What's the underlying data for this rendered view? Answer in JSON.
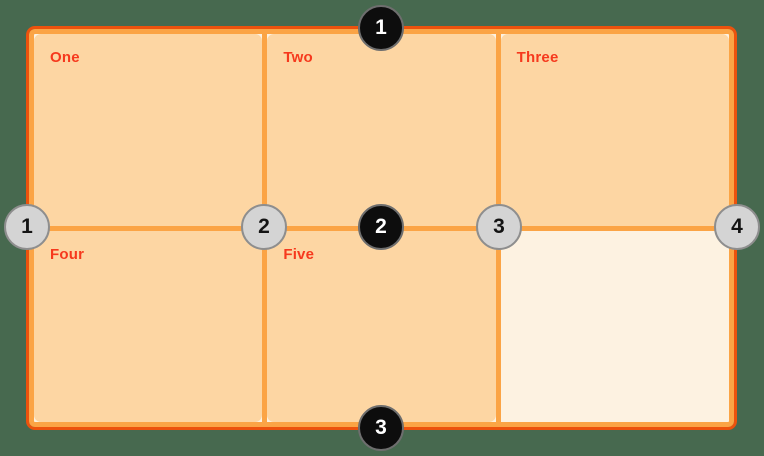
{
  "colors": {
    "page_bg": "#47694F",
    "container_border": "#EC520D",
    "grid_line": "#FBA445",
    "container_bg": "#FDF2E1",
    "cell_bg": "#FDD6A3",
    "label_text": "#F6391D",
    "row_marker_bg": "#0D0D0D",
    "row_marker_text": "#FFFFFF",
    "col_marker_bg": "#D4D4D4",
    "col_marker_text": "#141414",
    "marker_border": "#8E8E8E"
  },
  "grid": {
    "columns": 3,
    "rows": 2,
    "cells": [
      {
        "label": "One"
      },
      {
        "label": "Two"
      },
      {
        "label": "Three"
      },
      {
        "label": "Four"
      },
      {
        "label": "Five"
      },
      {
        "label": ""
      }
    ]
  },
  "row_line_markers": [
    {
      "number": "1"
    },
    {
      "number": "2"
    },
    {
      "number": "3"
    }
  ],
  "column_line_markers": [
    {
      "number": "1"
    },
    {
      "number": "2"
    },
    {
      "number": "3"
    },
    {
      "number": "4"
    }
  ]
}
